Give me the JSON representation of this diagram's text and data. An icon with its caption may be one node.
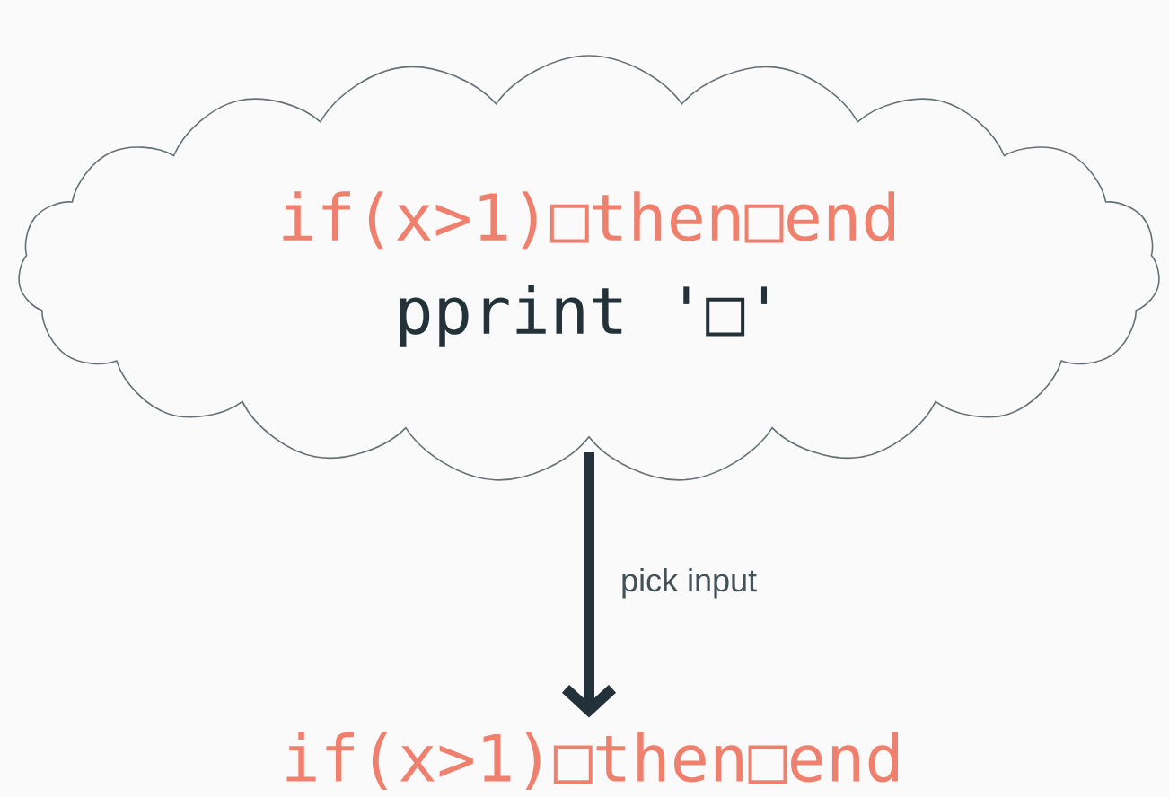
{
  "diagram": {
    "nodes": [
      {
        "text": [
          "if(x>1)□then□end",
          "pprint '□'"
        ]
      },
      {
        "text": [
          "if(x>1)□then□end"
        ]
      }
    ],
    "edges": [
      {
        "from": 0,
        "to": 1,
        "arrow": "to",
        "label": "pick input"
      }
    ]
  }
}
